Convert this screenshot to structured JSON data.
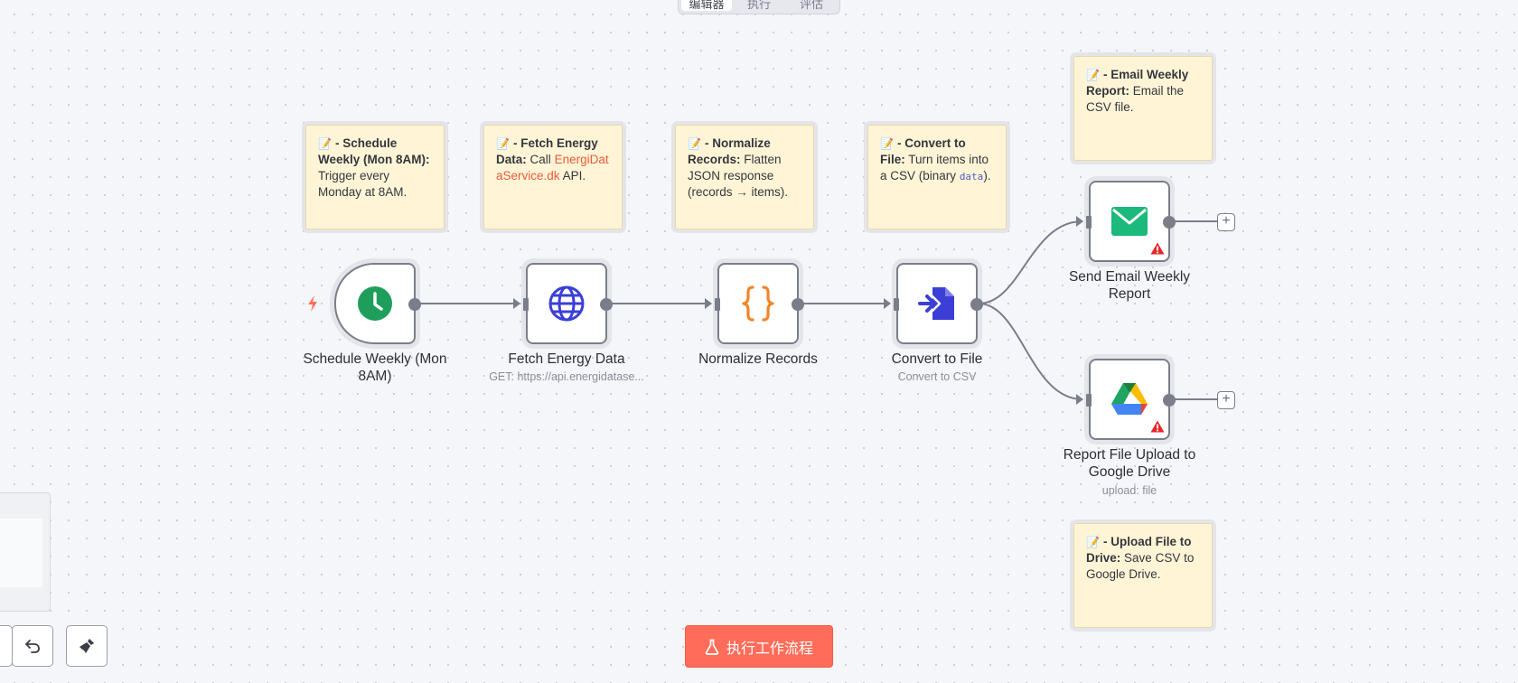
{
  "tabs": [
    "编辑器",
    "执行",
    "评估"
  ],
  "notes": {
    "schedule": {
      "icon": "📝",
      "title": "- Schedule Weekly (Mon 8AM)",
      "colon": ":",
      "body": "Trigger every Monday at 8AM."
    },
    "fetch": {
      "icon": "📝",
      "title": "- Fetch Energy Data",
      "colon": ":",
      "pre": "Call",
      "link": "EnergiDataService.dk",
      "post": "API."
    },
    "normalize": {
      "icon": "📝",
      "title": "- Normalize Records",
      "colon": ":",
      "body": "Flatten JSON response (records → items)."
    },
    "convert": {
      "icon": "📝",
      "title": "- Convert to File",
      "colon": ":",
      "pre": "Turn items into a CSV (binary",
      "code": "data",
      "post": ")."
    },
    "email": {
      "icon": "📝",
      "title": "- Email Weekly Report",
      "colon": ":",
      "body": "Email the CSV file."
    },
    "upload": {
      "icon": "📝",
      "title": "- Upload File to Drive",
      "colon": ":",
      "body": "Save CSV to Google Drive."
    }
  },
  "nodes": {
    "schedule": {
      "label": "Schedule Weekly (Mon 8AM)",
      "icon": "clock-icon"
    },
    "fetch": {
      "label": "Fetch Energy Data",
      "subtitle": "GET: https://api.energidatase...",
      "icon": "globe-icon"
    },
    "normalize": {
      "label": "Normalize Records",
      "icon": "braces-icon"
    },
    "convert": {
      "label": "Convert to File",
      "subtitle": "Convert to CSV",
      "icon": "file-import-icon"
    },
    "email": {
      "label": "Send Email Weekly Report",
      "icon": "envelope-icon"
    },
    "drive": {
      "label": "Report File Upload to Google Drive",
      "subtitle": "upload: file",
      "icon": "google-drive-icon"
    }
  },
  "plus_symbol": "+",
  "execute_button": "执行工作流程",
  "colors": {
    "accent": "#ff6d5a",
    "sticky": "#fff5d6",
    "clock": "#1e9e5a",
    "globe": "#3b3fd6",
    "braces": "#f0862a",
    "email": "#1bb97a",
    "warning": "#e8262b"
  }
}
